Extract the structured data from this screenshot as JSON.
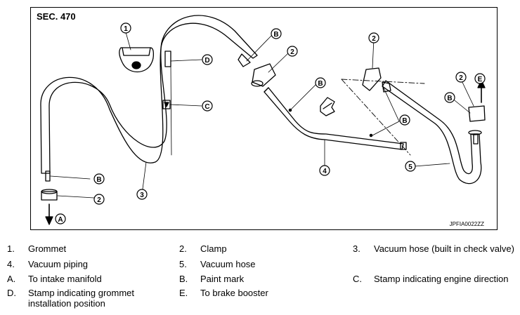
{
  "diagram": {
    "section": "SEC. 470",
    "code": "JPFIA0022ZZ",
    "callouts": [
      "1",
      "2",
      "2",
      "2",
      "2",
      "3",
      "4",
      "5",
      "A",
      "B",
      "B",
      "B",
      "B",
      "B",
      "C",
      "D",
      "E"
    ]
  },
  "legend": [
    {
      "key": "1.",
      "text": "Grommet"
    },
    {
      "key": "2.",
      "text": "Clamp"
    },
    {
      "key": "3.",
      "text": "Vacuum hose (built in check valve)"
    },
    {
      "key": "4.",
      "text": "Vacuum piping"
    },
    {
      "key": "5.",
      "text": "Vacuum hose"
    },
    {
      "key": "A.",
      "text": "To intake manifold"
    },
    {
      "key": "B.",
      "text": "Paint mark"
    },
    {
      "key": "C.",
      "text": "Stamp indicating engine direction"
    },
    {
      "key": "D.",
      "text": "Stamp indicating grommet installation position"
    },
    {
      "key": "E.",
      "text": "To brake booster"
    }
  ]
}
